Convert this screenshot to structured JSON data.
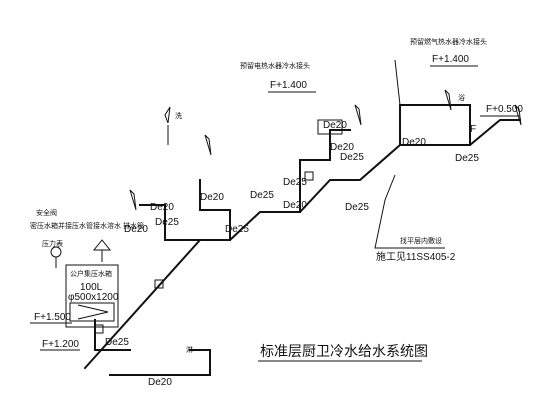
{
  "diagram": {
    "title": "标准层厨卫冷水给水系统图",
    "annotations": {
      "reserve_electric_heater": "预留电热水器冷水接头",
      "reserve_gas_heater": "预留燃气热水器冷水接头",
      "level_electric_heater": "F+1.400",
      "level_gas_heater": "F+1.400",
      "level_right": "F+0.500",
      "level_tank_top": "F+1.500",
      "level_tank_bottom": "F+1.200",
      "safety_valve": "安全阀",
      "tank_note": "密压水箱并接压水管接水溶水 排水管",
      "pressure_gauge": "压力表",
      "tank_name": "公户集压水箱",
      "tank_volume": "100L",
      "tank_size": "φ500x1200",
      "elbow_label": "找平层内敷设",
      "install_ref": "施工见11SS405-2",
      "fixture_wash": "洗",
      "fixture_shower": "淋",
      "fixture_bath": "浴",
      "fixture_f": "F"
    },
    "pipe_sizes": {
      "de20_a": "De20",
      "de25_a": "De25",
      "de20_b": "De20",
      "de25_b": "De25",
      "de20_c": "De20",
      "de25_c": "De25",
      "de20_d": "De20",
      "de25_d": "De25",
      "de20_e": "De20",
      "de25_e": "De25",
      "de20_f": "De20",
      "de25_f": "De25",
      "de20_g": "De20",
      "de25_g": "De25",
      "de20_h": "De20",
      "de25_h": "De25"
    }
  }
}
